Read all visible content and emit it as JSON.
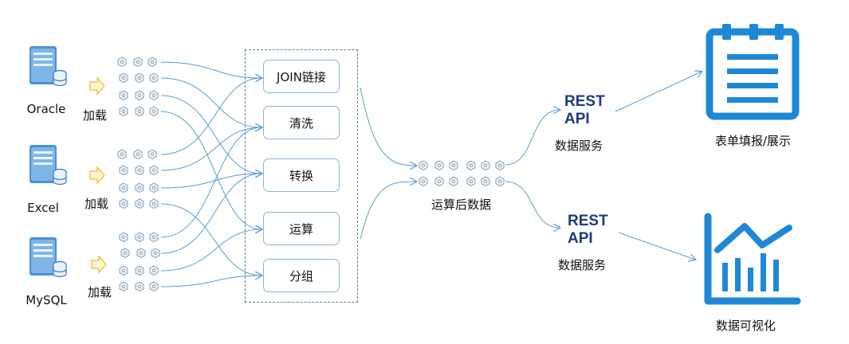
{
  "sources": [
    {
      "name": "Oracle",
      "load_label": "加载"
    },
    {
      "name": "Excel",
      "load_label": "加载"
    },
    {
      "name": "MySQL",
      "load_label": "加载"
    }
  ],
  "processes": [
    "JOIN链接",
    "清洗",
    "转换",
    "运算",
    "分组"
  ],
  "result_label": "运算后数据",
  "services": [
    {
      "title": "REST",
      "subtitle": "API",
      "caption": "数据服务"
    },
    {
      "title": "REST",
      "subtitle": "API",
      "caption": "数据服务"
    }
  ],
  "outputs": [
    {
      "caption": "表单填报/展示",
      "icon": "form-report-icon"
    },
    {
      "caption": "数据可视化",
      "icon": "chart-visualization-icon"
    }
  ],
  "colors": {
    "accent": "#1e88d6",
    "line": "#5b9bd5",
    "arrow_yellow": "#f5c242",
    "text_dark_blue": "#1f3a7a"
  }
}
